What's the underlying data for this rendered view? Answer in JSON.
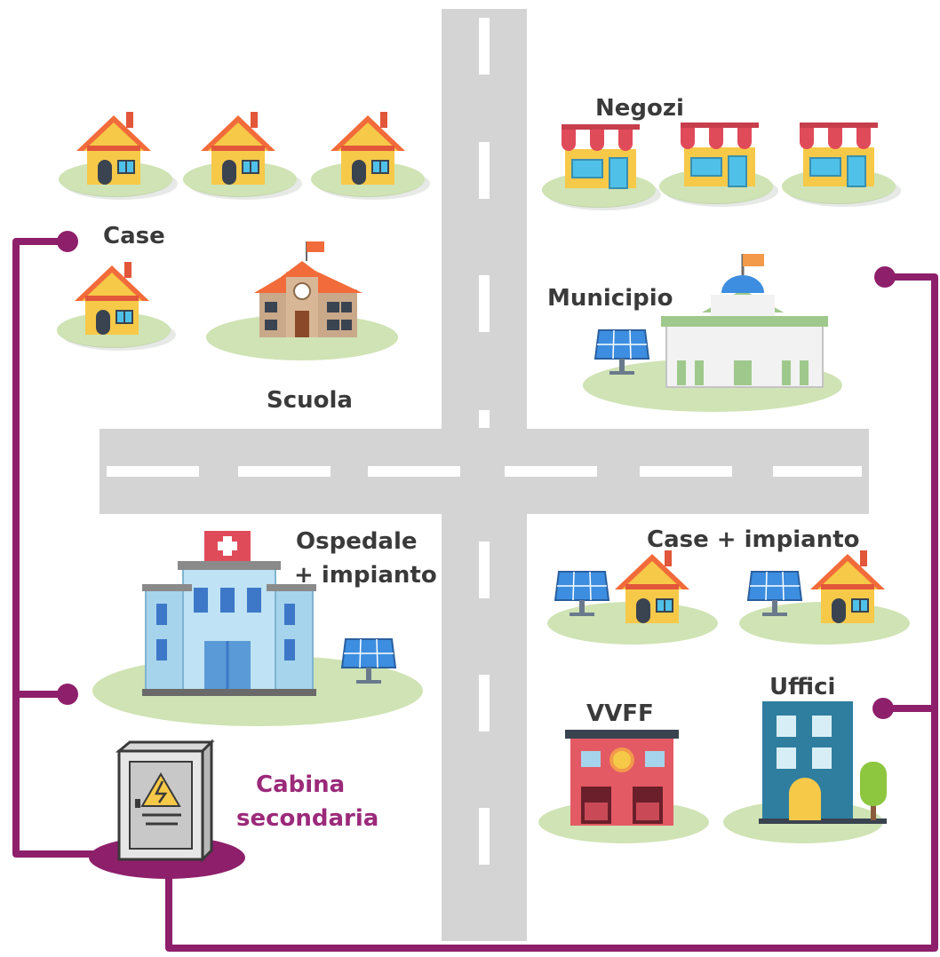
{
  "labels": {
    "case": "Case",
    "negozi": "Negozi",
    "scuola": "Scuola",
    "municipio": "Municipio",
    "ospedale_line1": "Ospedale",
    "ospedale_line2": "+ impianto",
    "case_impianto": "Case + impianto",
    "vvff": "VVFF",
    "uffici": "Uffici",
    "cabina_line1": "Cabina",
    "cabina_line2": "secondaria"
  },
  "colors": {
    "road": "#d4d4d4",
    "road_line": "#ffffff",
    "grass": "#cfe3b4",
    "grid_line": "#8e1f6b",
    "cabina_text": "#9b2a7a",
    "house_roof": "#f26b3a",
    "house_wall": "#f7c948",
    "panel": "#3d8ee0"
  },
  "icons": [
    "house-icon",
    "shop-icon",
    "school-icon",
    "town-hall-icon",
    "hospital-icon",
    "solar-panel-icon",
    "fire-station-icon",
    "office-building-icon",
    "tree-icon",
    "electrical-cabinet-icon"
  ]
}
